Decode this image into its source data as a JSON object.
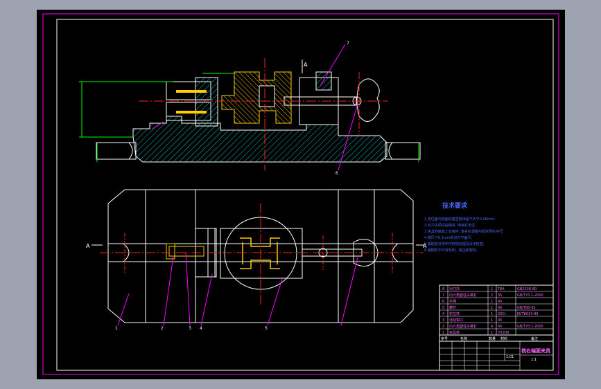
{
  "colors": {
    "page_bg": "#9ea3b2",
    "sheet_bg": "#000000",
    "frame": "#ff00ff",
    "outline": "#ffffff",
    "hatch": "#00c0c0",
    "center": "#ff2020",
    "dim": "#00ff00",
    "leader": "#ff00ff",
    "part": "#ffcc00",
    "text_blue": "#4a6cff",
    "title_text": "#ff66ff"
  },
  "drawing": {
    "section_label": "A",
    "view_marker": "A"
  },
  "balloons": [
    "1",
    "2",
    "3",
    "4",
    "5",
    "6",
    "7"
  ],
  "tech_requirements": {
    "title": "技术要求",
    "items": [
      "1.定位面与底面的垂直度误差不大于0.06mm;",
      "2.对刀块调试后确定, 用销钉定位;",
      "3.夹具的底座上安装时, 首先应调整与机床导轨平行;",
      "4.按尺寸0.3mm的对刀平面尺;",
      "5.装配前对零件作防锈处理及清洗检查;",
      "6.装配时不许有毛刺、锐边和裂纹。"
    ]
  },
  "bom": {
    "rows": [
      {
        "no": "8",
        "name": "对刀块",
        "qty": "1",
        "material": "T8A",
        "std": "GB2238-80"
      },
      {
        "no": "7",
        "name": "内六角圆柱头螺钉",
        "qty": "2",
        "material": "35",
        "std": "GB/T70.1-2000"
      },
      {
        "no": "6",
        "name": "手柄",
        "qty": "1",
        "material": "45",
        "std": ""
      },
      {
        "no": "5",
        "name": "螺杆",
        "qty": "1",
        "material": "45",
        "std": "GB/T80-93"
      },
      {
        "no": "4",
        "name": "定位块",
        "qty": "1",
        "material": "20Cr",
        "std": "JB/T8014-99"
      },
      {
        "no": "3",
        "name": "活动钳口",
        "qty": "1",
        "material": "45",
        "std": ""
      },
      {
        "no": "2",
        "name": "内六角圆柱头螺钉",
        "qty": "4",
        "material": "45",
        "std": "GB/T70.1-2000"
      },
      {
        "no": "1",
        "name": "夹具体",
        "qty": "1",
        "material": "HT200",
        "std": ""
      }
    ],
    "header": [
      "序号",
      "名称",
      "数量",
      "材料",
      "备注"
    ]
  },
  "title_block": {
    "title": "铣右端面夹具",
    "scale": "1:1",
    "sheet_count": "1:01"
  }
}
